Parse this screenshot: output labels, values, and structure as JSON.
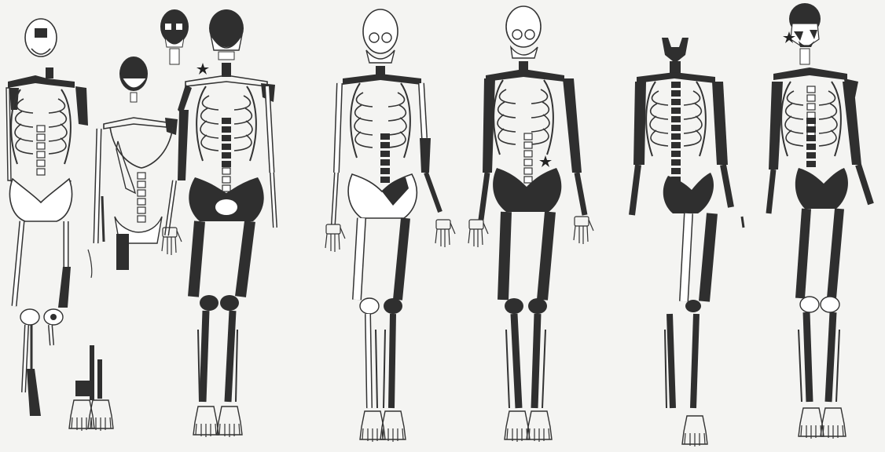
{
  "figure": {
    "background": "#f4f4f2",
    "ink": "#2f2f2f",
    "outline": "#3a3a3a",
    "star_color": "#222222"
  },
  "specimens": [
    {
      "id": "skeleton-1",
      "preserved_regions": [
        "skull-partial",
        "clavicles",
        "scapula",
        "left-humerus",
        "right-femur-distal",
        "left-tibia-distal"
      ]
    },
    {
      "id": "skeleton-2",
      "preserved_regions": [
        "cranium",
        "clavicle",
        "right-tibia",
        "left-femur-proximal"
      ]
    },
    {
      "id": "skeleton-3",
      "preserved_regions": [
        "skull",
        "mandible",
        "humeri",
        "vertebrae",
        "pelvis",
        "femora",
        "tibiae",
        "fibulae",
        "feet"
      ]
    },
    {
      "id": "skeleton-4",
      "preserved_regions": [
        "vertebrae",
        "pelvis-partial",
        "right-humerus",
        "right-radius",
        "left-femur",
        "left-tibia"
      ]
    },
    {
      "id": "skeleton-5",
      "preserved_regions": [
        "humeri",
        "ribs",
        "vertebrae",
        "pelvis",
        "femora",
        "tibiae",
        "fibulae",
        "feet"
      ]
    },
    {
      "id": "skeleton-6",
      "preserved_regions": [
        "cervical-vertebrae",
        "humeri",
        "radii",
        "vertebrae",
        "pelvis",
        "femora",
        "tibiae",
        "feet"
      ]
    },
    {
      "id": "skeleton-7",
      "preserved_regions": [
        "cranium",
        "mandible",
        "clavicles",
        "scapulae",
        "humeri",
        "pelvis",
        "femora",
        "tibiae",
        "feet"
      ]
    }
  ]
}
